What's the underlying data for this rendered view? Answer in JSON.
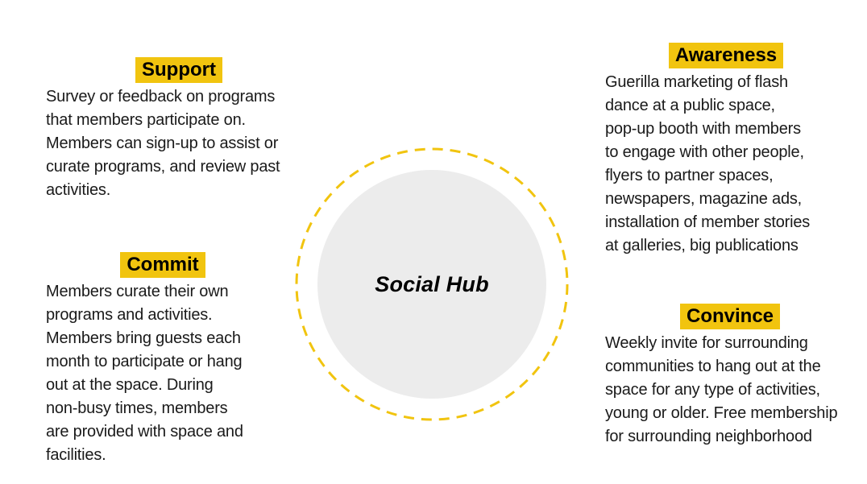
{
  "page": {
    "background": "#FFFFFF"
  },
  "colors": {
    "highlight": "#F1C40F",
    "dash_ring": "#F1C40F",
    "circle_fill": "#ECECEC",
    "body_text": "#1A1A1A",
    "heading_text": "#000000"
  },
  "center": {
    "label": "Social Hub"
  },
  "sections": {
    "support": {
      "title": "Support",
      "lines": [
        "Survey or feedback on programs",
        "that members participate on.",
        "Members can sign-up to assist or",
        "curate programs, and review past",
        "activities."
      ]
    },
    "commit": {
      "title": "Commit",
      "lines": [
        "Members curate their own",
        "programs and activities.",
        "Members bring guests each",
        "month to participate or hang",
        "out at the space. During",
        "non-busy times, members",
        "are provided with space and",
        "facilities."
      ]
    },
    "awareness": {
      "title": "Awareness",
      "lines": [
        "Guerilla marketing of flash",
        "dance at a public space,",
        "pop-up booth with members",
        "to engage with other people,",
        "flyers to partner spaces,",
        "newspapers, magazine ads,",
        "installation of member stories",
        "at galleries, big publications"
      ]
    },
    "convince": {
      "title": "Convince",
      "lines": [
        "Weekly invite for surrounding",
        "communities to hang out at the",
        "space for any type of activities,",
        "young or older. Free membership",
        "for surrounding neighborhood"
      ]
    }
  }
}
